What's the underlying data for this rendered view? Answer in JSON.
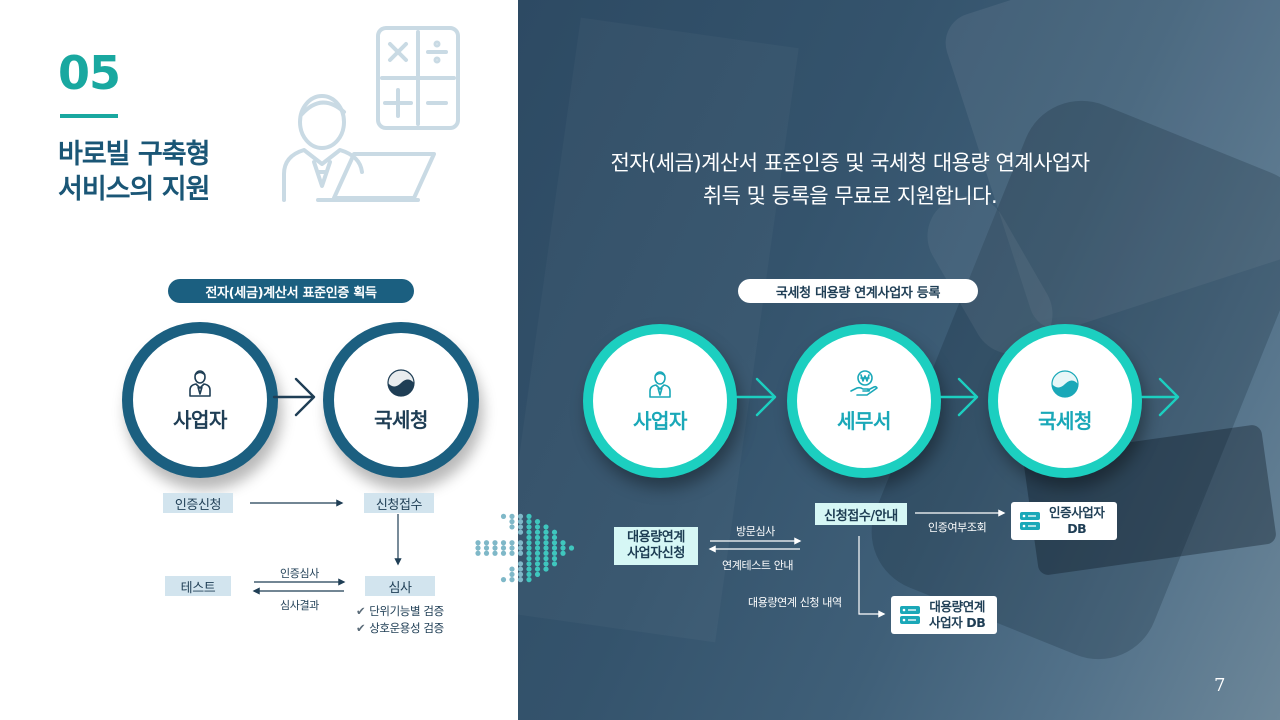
{
  "section": {
    "number": "05",
    "title_line1": "바로빌 구축형",
    "title_line2": "서비스의 지원"
  },
  "headline": {
    "line1": "전자(세금)계산서 표준인증 및 국세청 대용량 연계사업자",
    "line2": "취득 및 등록을 무료로 지원합니다."
  },
  "left_flow": {
    "pill": "전자(세금)계산서 표준인증 획득",
    "circles": [
      "사업자",
      "국세청"
    ],
    "steps": {
      "apply": "인증신청",
      "receive": "신청접수",
      "test": "테스트",
      "review": "심사"
    },
    "labels": {
      "cert_review": "인증심사",
      "review_result": "심사결과"
    },
    "checks": [
      "단위기능별 검증",
      "상호운용성 검증"
    ]
  },
  "right_flow": {
    "pill": "국세청 대용량 연계사업자 등록",
    "circles": [
      "사업자",
      "세무서",
      "국세청"
    ],
    "boxes": {
      "apply_line1": "대용량연계",
      "apply_line2": "사업자신청",
      "receive": "신청접수/안내"
    },
    "labels": {
      "visit_review": "방문심사",
      "test_guide": "연계테스트 안내",
      "cert_check": "인증여부조회",
      "history": "대용량연계 신청 내역"
    },
    "databases": [
      {
        "line1": "인증사업자",
        "line2": "DB"
      },
      {
        "line1": "대용량연계",
        "line2": "사업자 DB"
      }
    ]
  },
  "icons": {
    "person": "person-icon",
    "nts": "nts-emblem-icon",
    "tax_office": "coin-hand-icon",
    "database": "database-icon"
  },
  "colors": {
    "teal": "#19a8a0",
    "navy": "#1b5f80",
    "cyan": "#1ccfc0",
    "panel": "#34536c"
  },
  "page_number": "7"
}
